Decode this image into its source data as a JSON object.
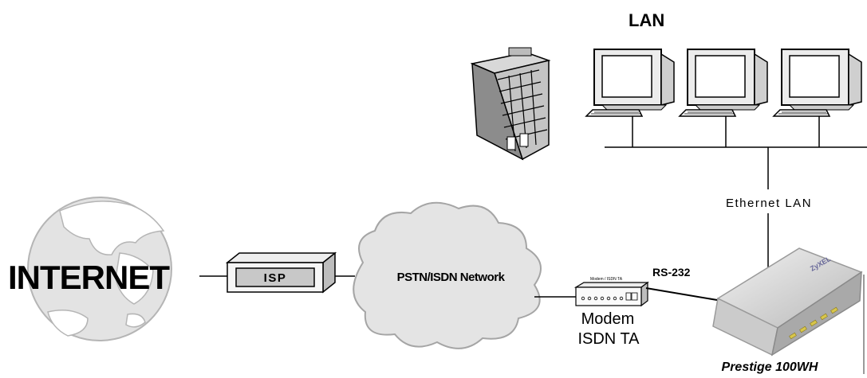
{
  "lan_label": "LAN",
  "ethernet_label": "Ethernet LAN",
  "internet_label": "INTERNET",
  "isp_label": "ISP",
  "cloud_label": "PSTN/ISDN Network",
  "device_tiny_label": "Modem / ISDN TA",
  "rs232_label": "RS-232",
  "modem_line1": "Modem",
  "modem_line2": "ISDN TA",
  "router_brand": "ZyXEL",
  "router_label": "Prestige 100WH",
  "icons": {
    "building": "office-building-icon",
    "computers": [
      "computer-icon",
      "computer-icon",
      "computer-icon"
    ],
    "globe": "globe-icon",
    "cloud": "cloud-icon",
    "modem": "modem-icon",
    "router": "router-icon"
  }
}
